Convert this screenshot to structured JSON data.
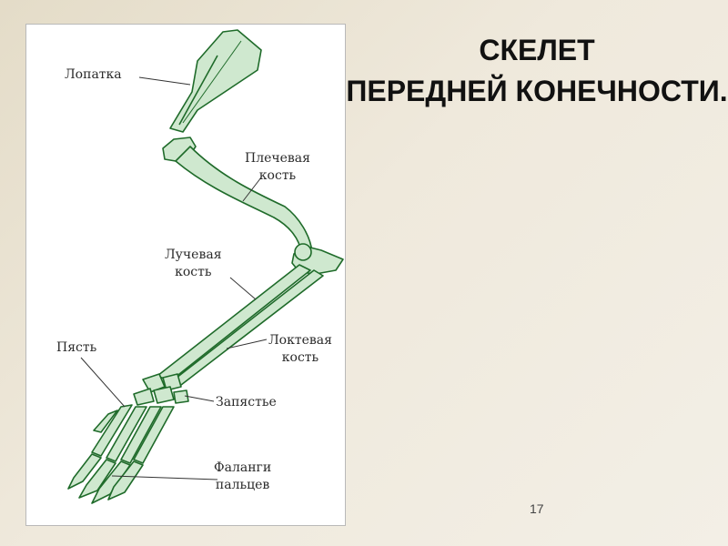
{
  "title": {
    "line1": "СКЕЛЕТ",
    "line2": "ПЕРЕДНЕЙ КОНЕЧНОСТИ."
  },
  "labels": {
    "scapula": "Лопатка",
    "humerus_1": "Плечевая",
    "humerus_2": "кость",
    "radius_1": "Лучевая",
    "radius_2": "кость",
    "metacarpus": "Пясть",
    "ulna_1": "Локтевая",
    "ulna_2": "кость",
    "carpus": "Запястье",
    "phalanges_1": "Фаланги",
    "phalanges_2": "пальцев"
  },
  "page_number": "17",
  "colors": {
    "bone_fill": "#cfe8cf",
    "bone_stroke": "#1f6b2a",
    "leader": "#333333"
  }
}
